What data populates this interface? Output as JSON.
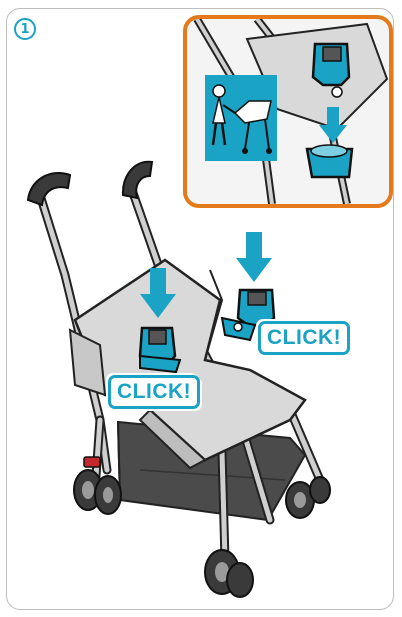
{
  "step": {
    "number": "1"
  },
  "labels": {
    "click_right": "CLICK!",
    "click_left": "CLICK!"
  },
  "colors": {
    "accent": "#1aa3c4",
    "inset_border": "#e57a1c",
    "frame": "#b9b9b9",
    "seat": "#d9d9d9"
  },
  "icons": {
    "inset_pictogram": "person-pushing-stroller-icon"
  }
}
